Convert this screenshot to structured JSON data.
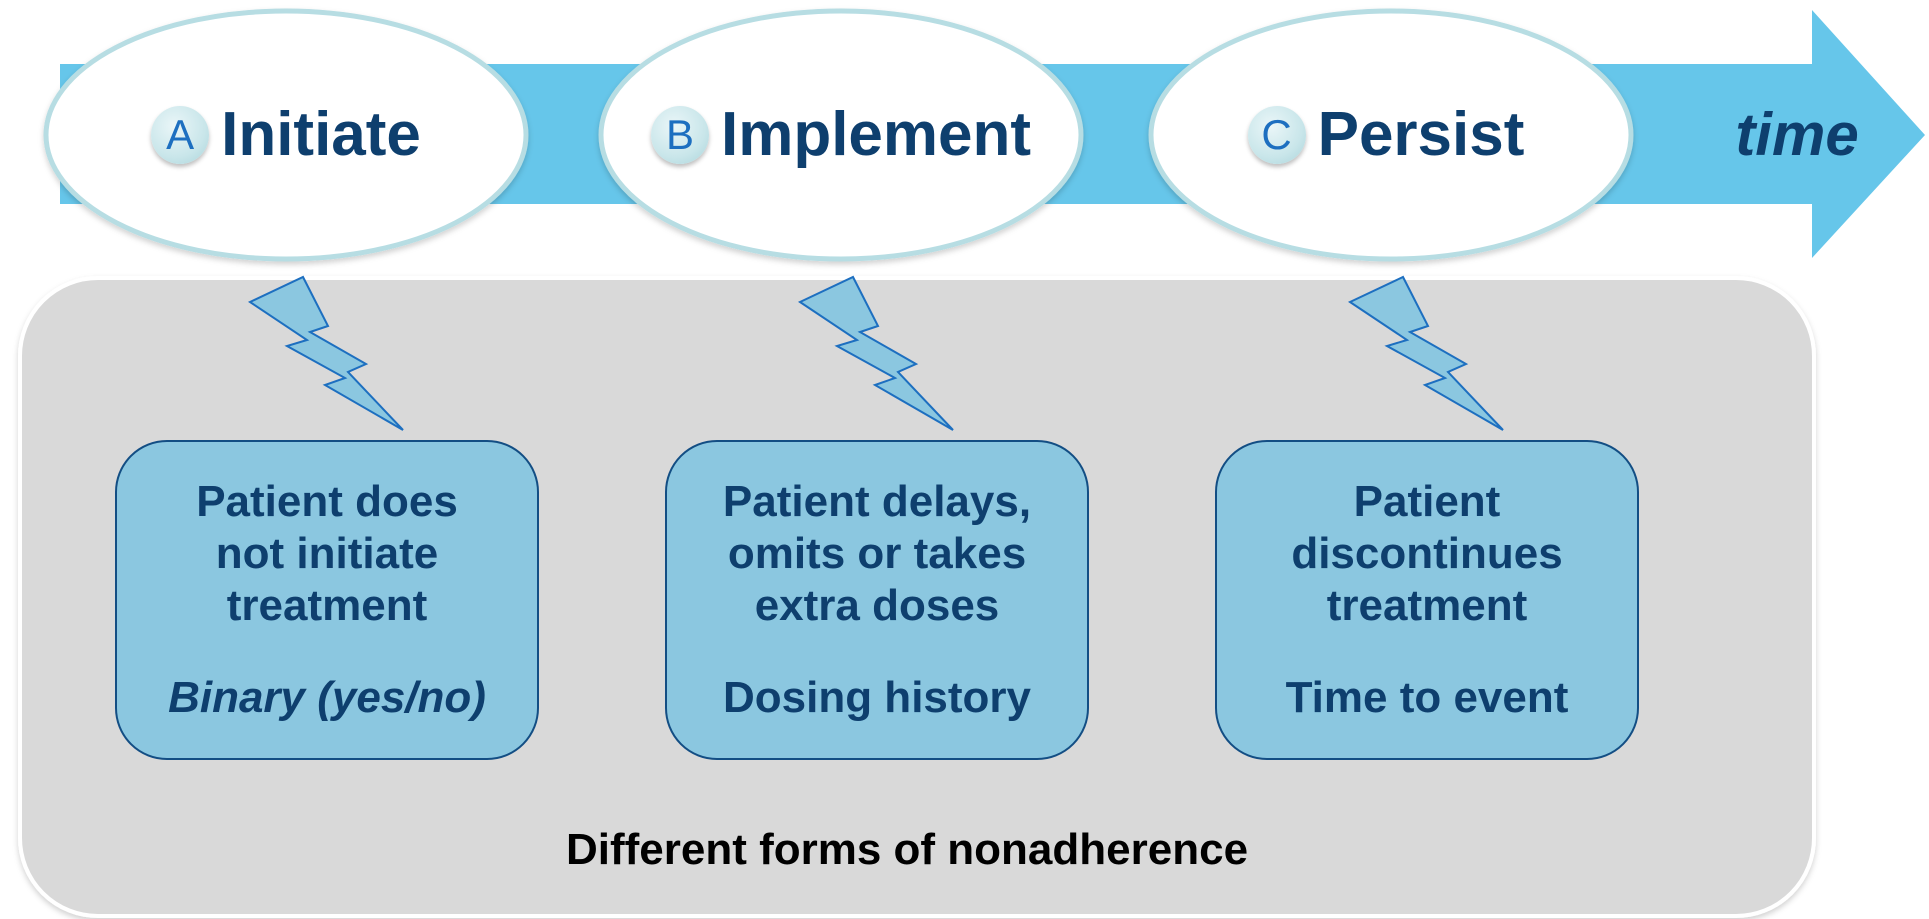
{
  "phases": [
    {
      "badge": "A",
      "label": "Initiate",
      "icon": "phase-ellipse"
    },
    {
      "badge": "B",
      "label": "Implement",
      "icon": "phase-ellipse"
    },
    {
      "badge": "C",
      "label": "Persist",
      "icon": "phase-ellipse"
    }
  ],
  "timeline": {
    "label": "time",
    "icon": "arrow-right"
  },
  "cards": [
    {
      "description": "Patient does\nnot initiate\ntreatment",
      "measure": "Binary (yes/no)",
      "measure_italic": true,
      "icon": "lightning-bolt"
    },
    {
      "description": "Patient delays,\nomits or takes\nextra doses",
      "measure": "Dosing history",
      "measure_italic": false,
      "icon": "lightning-bolt"
    },
    {
      "description": "Patient\ndiscontinues\ntreatment",
      "measure": "Time to event",
      "measure_italic": false,
      "icon": "lightning-bolt"
    }
  ],
  "panel_caption": "Different forms of nonadherence",
  "colors": {
    "arrow": "#66c6ea",
    "panel": "#d9d9d9",
    "card_fill": "#8bc7e0",
    "card_border": "#134e84",
    "text_dark_blue": "#0e3f6e",
    "badge_letter": "#1d6fc0",
    "ellipse_border": "#b7dde3"
  }
}
